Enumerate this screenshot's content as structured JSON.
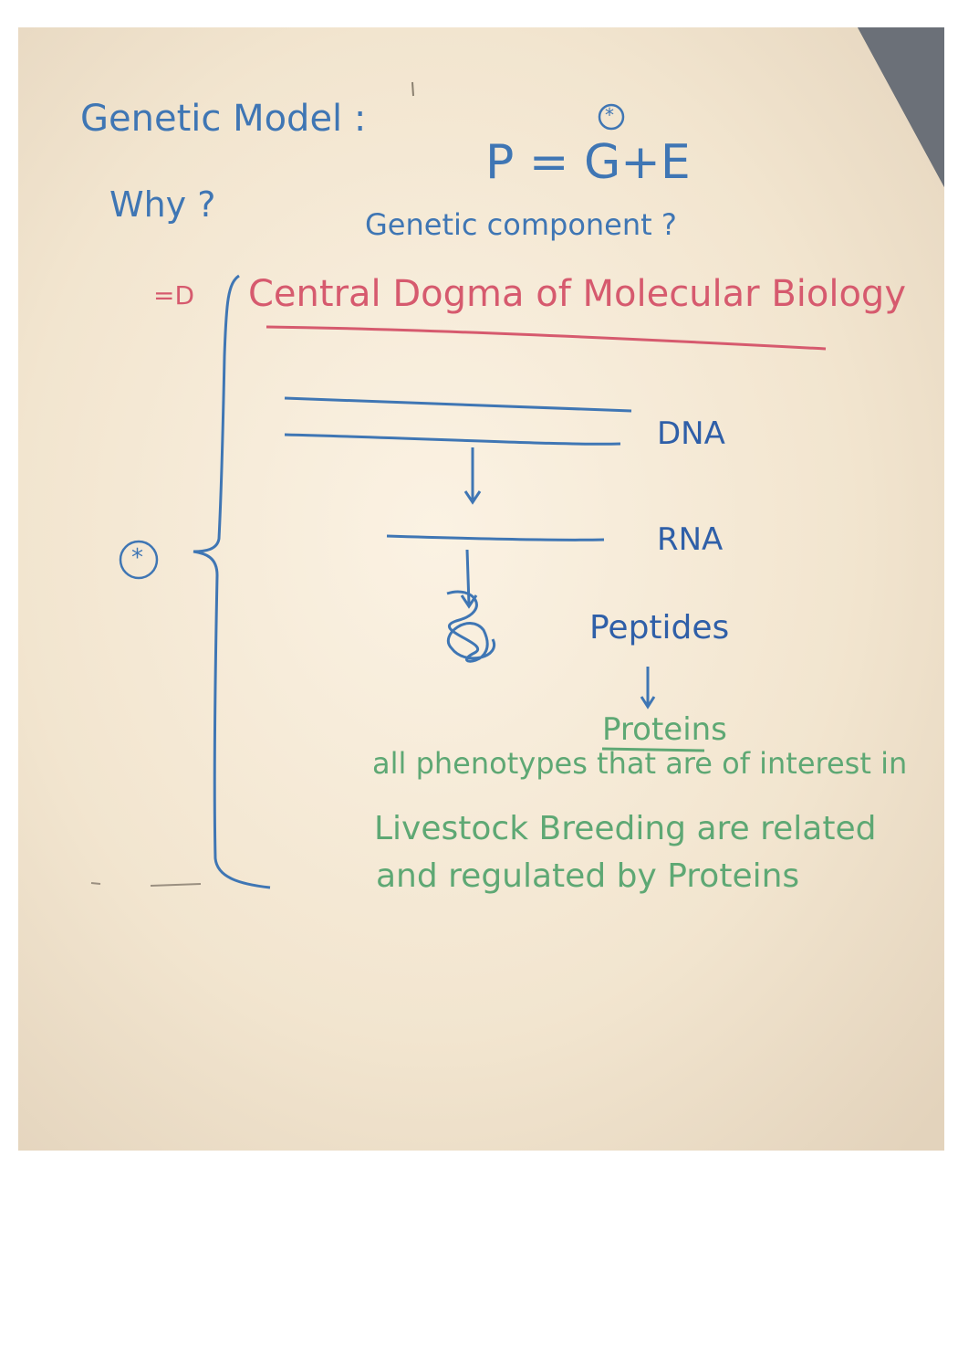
{
  "board": {
    "title": "Genetic Model :",
    "formula": "P = G+E",
    "formula_mark": "*",
    "why": "Why ?",
    "question": "Genetic component ?",
    "arrow": "=D",
    "heading": "Central Dogma of Molecular Biology",
    "labels": {
      "dna": "DNA",
      "rna": "RNA",
      "peptides": "Peptides",
      "proteins": "Proteins"
    },
    "side_mark": "*",
    "note_lines": [
      "all phenotypes that are of interest in",
      "Livestock Breeding are related",
      "and regulated by Proteins"
    ]
  },
  "colors": {
    "background_paper": "#f3e7d3",
    "blue_marker": "#3f76b4",
    "red_marker": "#d65a6e",
    "green_marker": "#5ea874",
    "dark_frame": "#5b5f66"
  }
}
